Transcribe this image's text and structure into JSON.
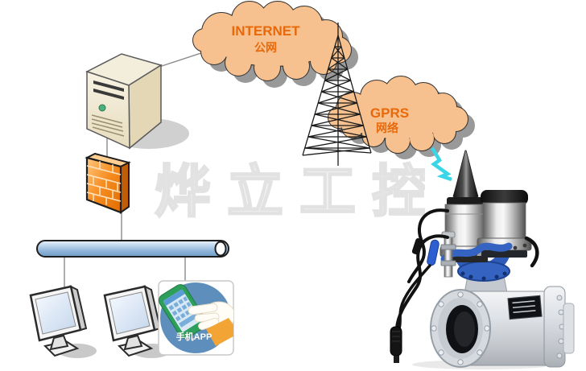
{
  "watermark": {
    "text": "烨立工控"
  },
  "clouds": {
    "internet": {
      "title": "INTERNET",
      "subtitle": "公网"
    },
    "gprs": {
      "title": "GPRS",
      "subtitle": "网络"
    }
  },
  "app_icon": {
    "label": "手机APP"
  },
  "icons": {
    "internet_cloud": "cloud-icon",
    "gprs_cloud": "cloud-icon",
    "tower": "radio-tower-icon",
    "server": "server-tower-icon",
    "firewall": "firewall-brick-icon",
    "bus": "network-bus-pipe",
    "workstation": "desktop-monitor-icon",
    "mobile": "hand-holding-phone-icon",
    "signal": "lightning-bolt-icon",
    "device": "electromagnetic-flow-meter-photo"
  },
  "connections": [
    {
      "from": "server",
      "to": "internet-cloud"
    },
    {
      "from": "server",
      "to": "firewall"
    },
    {
      "from": "firewall",
      "to": "network-bus"
    },
    {
      "from": "network-bus",
      "to": "workstation-1"
    },
    {
      "from": "network-bus",
      "to": "mobile-app"
    },
    {
      "from": "gprs-cloud",
      "to": "flow-meter (wireless)"
    }
  ],
  "colors": {
    "cloud_fill": "#F6C18E",
    "cloud_outline": "#333333",
    "cloud_shadow": "#999999",
    "cloud_text": "#E8690B",
    "firewall_orange": "#F68B1F",
    "bus_blue": "#8FB4D9",
    "app_circle_blue": "#5E8FBC",
    "sleeve_orange": "#F2A435",
    "phone_green": "#2E9E5B",
    "lightning_cyan": "#3BD5E8",
    "server_beige": "#EFE7CC",
    "meter_gray": "#C9CDD2",
    "valve_blue": "#3463C2"
  }
}
